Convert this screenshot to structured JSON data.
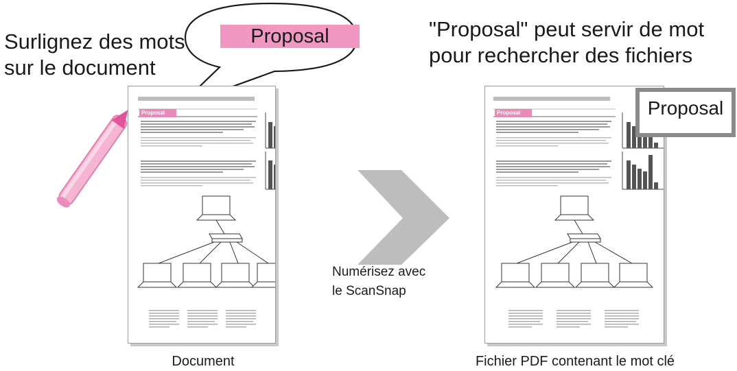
{
  "left_caption": {
    "line1": "Surlignez des mots",
    "line2": "sur le document"
  },
  "bubble_word": "Proposal",
  "right_caption": {
    "line1": "\"Proposal\" peut servir de mot",
    "line2": "pour rechercher des fichiers"
  },
  "scan_caption": {
    "line1": "Numérisez avec",
    "line2": "le ScanSnap"
  },
  "document_highlight": "Proposal",
  "pdf_highlight": "Proposal",
  "keyword_tag": "Proposal",
  "left_doc_label": "Document",
  "right_doc_label": "Fichier PDF contenant le mot clé",
  "colors": {
    "highlight": "#e78ab8",
    "marker": "#f29bc4",
    "arrow": "#bdbdbd",
    "tag_border": "#8a8a8a"
  },
  "icons": [
    "highlighter-pen-icon",
    "right-arrow-icon",
    "laptop-icon",
    "network-hub-icon",
    "bar-chart-icon"
  ]
}
